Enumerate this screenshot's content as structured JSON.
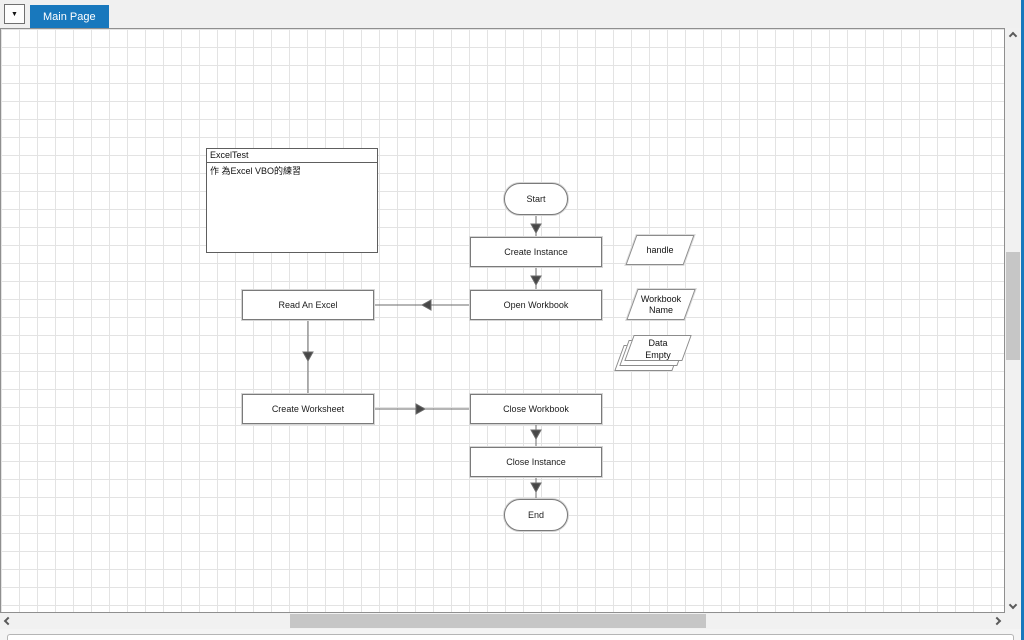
{
  "tab_bar": {
    "dropdown_glyph": "▼",
    "tabs": [
      {
        "label": "Main Page",
        "active": true
      }
    ]
  },
  "canvas": {
    "note": {
      "title": "ExcelTest",
      "body": "作 為Excel VBO的練習"
    },
    "nodes": {
      "start": {
        "label": "Start",
        "type": "terminal"
      },
      "create_instance": {
        "label": "Create Instance",
        "type": "action"
      },
      "open_workbook": {
        "label": "Open Workbook",
        "type": "action"
      },
      "read_an_excel": {
        "label": "Read An Excel",
        "type": "action"
      },
      "create_worksheet": {
        "label": "Create Worksheet",
        "type": "action"
      },
      "close_workbook": {
        "label": "Close Workbook",
        "type": "action"
      },
      "close_instance": {
        "label": "Close Instance",
        "type": "action"
      },
      "end": {
        "label": "End",
        "type": "terminal"
      }
    },
    "data_items": {
      "handle": {
        "label": "handle"
      },
      "workbook_name": {
        "line1": "Workbook",
        "line2": "Name"
      },
      "data_collection": {
        "line1": "Data",
        "line2": "Empty"
      }
    }
  },
  "colors": {
    "accent_blue": "#1878bd",
    "grid_line": "#e3e3e3",
    "stage_border": "#7a7a7a",
    "connector": "#6b6b6b"
  }
}
